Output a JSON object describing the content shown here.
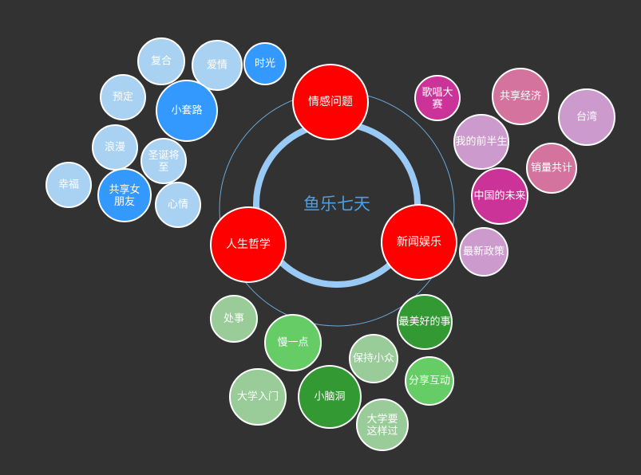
{
  "center": {
    "label": "鱼乐七天",
    "color": "#4a9fe6",
    "ring_color": "#99c9f5",
    "orbit_color": "#6aa8d8"
  },
  "categories": [
    {
      "id": "emotion",
      "label": "情感问题",
      "color": "#ff0000"
    },
    {
      "id": "news",
      "label": "新闻娱乐",
      "color": "#ff0000"
    },
    {
      "id": "life",
      "label": "人生哲学",
      "color": "#ff0000"
    }
  ],
  "topics": [
    {
      "label": "复合",
      "group": "emotion",
      "color": "#a9d1f2"
    },
    {
      "label": "爱情",
      "group": "emotion",
      "color": "#a9d1f2"
    },
    {
      "label": "时光",
      "group": "emotion",
      "color": "#3399ff"
    },
    {
      "label": "预定",
      "group": "emotion",
      "color": "#a9d1f2"
    },
    {
      "label": "小套路",
      "group": "emotion",
      "color": "#3399ff"
    },
    {
      "label": "浪漫",
      "group": "emotion",
      "color": "#a9d1f2"
    },
    {
      "label": "圣诞将至",
      "group": "emotion",
      "color": "#a9d1f2"
    },
    {
      "label": "幸福",
      "group": "emotion",
      "color": "#a9d1f2"
    },
    {
      "label": "共享女朋友",
      "group": "emotion",
      "color": "#3399ff"
    },
    {
      "label": "心情",
      "group": "emotion",
      "color": "#a9d1f2"
    },
    {
      "label": "歌唱大赛",
      "group": "news",
      "color": "#cc3399"
    },
    {
      "label": "共享经济",
      "group": "news",
      "color": "#d4739d"
    },
    {
      "label": "台湾",
      "group": "news",
      "color": "#cc9acc"
    },
    {
      "label": "我的前半生",
      "group": "news",
      "color": "#cc9acc"
    },
    {
      "label": "销量共计",
      "group": "news",
      "color": "#d4739d"
    },
    {
      "label": "中国的未来",
      "group": "news",
      "color": "#cc3399"
    },
    {
      "label": "最新政策",
      "group": "news",
      "color": "#cc9acc"
    },
    {
      "label": "处事",
      "group": "life",
      "color": "#99cc99"
    },
    {
      "label": "最美好的事",
      "group": "life",
      "color": "#339933"
    },
    {
      "label": "慢一点",
      "group": "life",
      "color": "#66cc66"
    },
    {
      "label": "保持小众",
      "group": "life",
      "color": "#99cc99"
    },
    {
      "label": "分享互动",
      "group": "life",
      "color": "#66cc66"
    },
    {
      "label": "大学入门",
      "group": "life",
      "color": "#99cc99"
    },
    {
      "label": "小脑洞",
      "group": "life",
      "color": "#339933"
    },
    {
      "label": "大学要这样过",
      "group": "life",
      "color": "#99cc99"
    }
  ]
}
